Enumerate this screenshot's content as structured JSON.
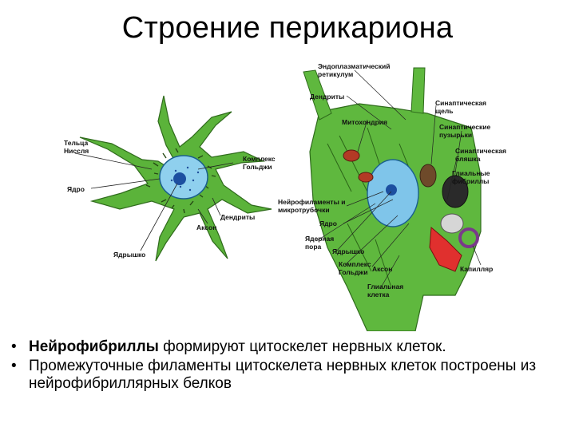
{
  "slide": {
    "title": "Строение перикариона"
  },
  "left_figure": {
    "labels": {
      "nissl": "Тельца Ниссля",
      "golgi": "Комплекс Гольджи",
      "nucleus": "Ядро",
      "dendrites": "Дендриты",
      "axon": "Аксон",
      "nucleolus": "Ядрышко"
    }
  },
  "right_figure": {
    "labels": {
      "er": "Эндоплазматический ретикулум",
      "dendrites": "Дендриты",
      "mitochondria": "Митохондрия",
      "synaptic_cleft": "Синаптическая щель",
      "synaptic_vesicles": "Синаптические пузырьки",
      "synaptic_plaque": "Синаптическая бляшка",
      "glial_fibrils": "Глиальные фибриллы",
      "neurofilaments": "Нейрофиламенты и микротрубочки",
      "nucleus": "Ядро",
      "nuclear_pore": "Ядерная пора",
      "nucleolus": "Ядрышко",
      "golgi": "Комплекс Гольджи",
      "axon": "Аксон",
      "glial_cell": "Глиальная клетка",
      "capillary": "Капилляр"
    }
  },
  "bullets": [
    {
      "bold": "Нейрофибриллы",
      "text": " формируют цитоскелет нервных клеток."
    },
    {
      "bold": "",
      "text": "Промежуточные филаменты цитоскелета нервных клеток построены из нейрофибриллярных белков"
    }
  ]
}
